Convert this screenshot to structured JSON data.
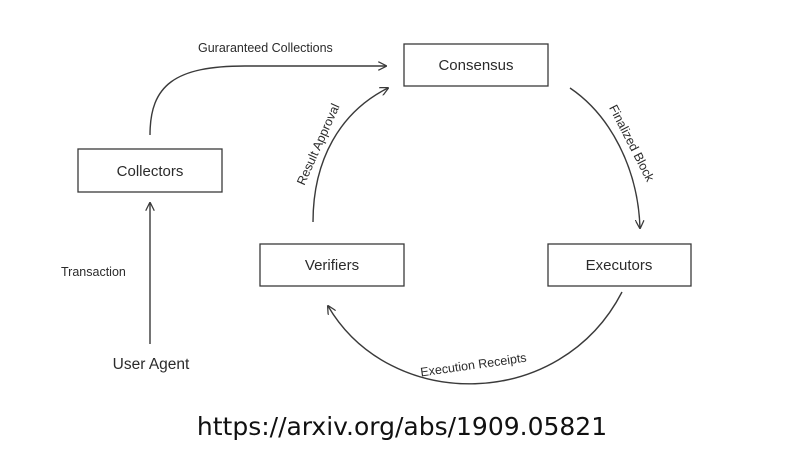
{
  "nodes": {
    "consensus": "Consensus",
    "collectors": "Collectors",
    "verifiers": "Verifiers",
    "executors": "Executors",
    "user_agent": "User Agent"
  },
  "edges": {
    "guaranteed_collections": "Gurаranteed Collections",
    "finalized_block": "Finalized Block",
    "execution_receipts": "Execution Receipts",
    "result_approval": "Result Approval",
    "transaction": "Transaction"
  },
  "footer": {
    "url": "https://arxiv.org/abs/1909.05821"
  }
}
